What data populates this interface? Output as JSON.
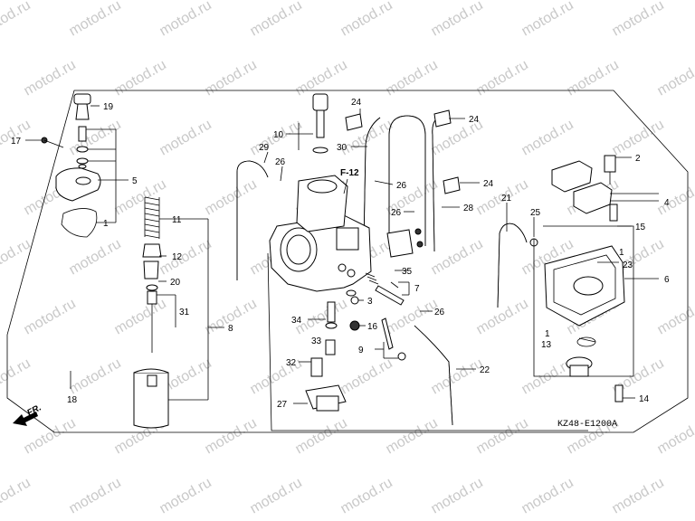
{
  "watermark": "motod.ru",
  "diagram_code": "KZ48-E1200A",
  "direction_label": "FR.",
  "ref_label": "F-12",
  "callouts": [
    "1",
    "2",
    "3",
    "4",
    "5",
    "6",
    "7",
    "8",
    "9",
    "10",
    "11",
    "12",
    "13",
    "14",
    "15",
    "16",
    "17",
    "18",
    "19",
    "20",
    "21",
    "22",
    "23",
    "24",
    "25",
    "26",
    "27",
    "28",
    "29",
    "30",
    "31",
    "32",
    "33",
    "34",
    "35"
  ]
}
